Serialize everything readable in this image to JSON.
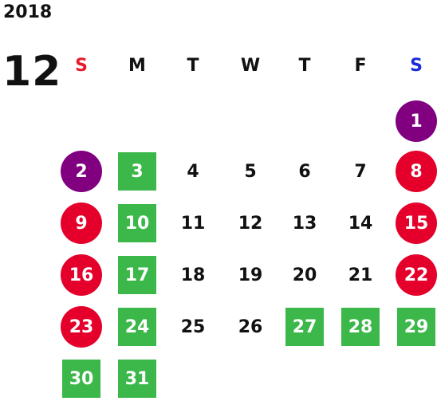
{
  "year": "2018",
  "month": "12",
  "weekdays": [
    "S",
    "M",
    "T",
    "W",
    "T",
    "F",
    "S"
  ],
  "colors": {
    "holiday_red": "#e4002b",
    "purple": "#800080",
    "green": "#3cb84a",
    "sunday_header": "#e8192c",
    "saturday_header": "#1a2bd8"
  },
  "weeks": [
    [
      {
        "d": ""
      },
      {
        "d": ""
      },
      {
        "d": ""
      },
      {
        "d": ""
      },
      {
        "d": ""
      },
      {
        "d": ""
      },
      {
        "d": "1",
        "style": "purple"
      }
    ],
    [
      {
        "d": "2",
        "style": "purple"
      },
      {
        "d": "3",
        "style": "green"
      },
      {
        "d": "4"
      },
      {
        "d": "5"
      },
      {
        "d": "6"
      },
      {
        "d": "7"
      },
      {
        "d": "8",
        "style": "red"
      }
    ],
    [
      {
        "d": "9",
        "style": "red"
      },
      {
        "d": "10",
        "style": "green"
      },
      {
        "d": "11"
      },
      {
        "d": "12"
      },
      {
        "d": "13"
      },
      {
        "d": "14"
      },
      {
        "d": "15",
        "style": "red"
      }
    ],
    [
      {
        "d": "16",
        "style": "red"
      },
      {
        "d": "17",
        "style": "green"
      },
      {
        "d": "18"
      },
      {
        "d": "19"
      },
      {
        "d": "20"
      },
      {
        "d": "21"
      },
      {
        "d": "22",
        "style": "red"
      }
    ],
    [
      {
        "d": "23",
        "style": "red"
      },
      {
        "d": "24",
        "style": "green"
      },
      {
        "d": "25"
      },
      {
        "d": "26"
      },
      {
        "d": "27",
        "style": "green"
      },
      {
        "d": "28",
        "style": "green"
      },
      {
        "d": "29",
        "style": "green"
      }
    ],
    [
      {
        "d": "30",
        "style": "green"
      },
      {
        "d": "31",
        "style": "green"
      },
      {
        "d": ""
      },
      {
        "d": ""
      },
      {
        "d": ""
      },
      {
        "d": ""
      },
      {
        "d": ""
      }
    ]
  ]
}
